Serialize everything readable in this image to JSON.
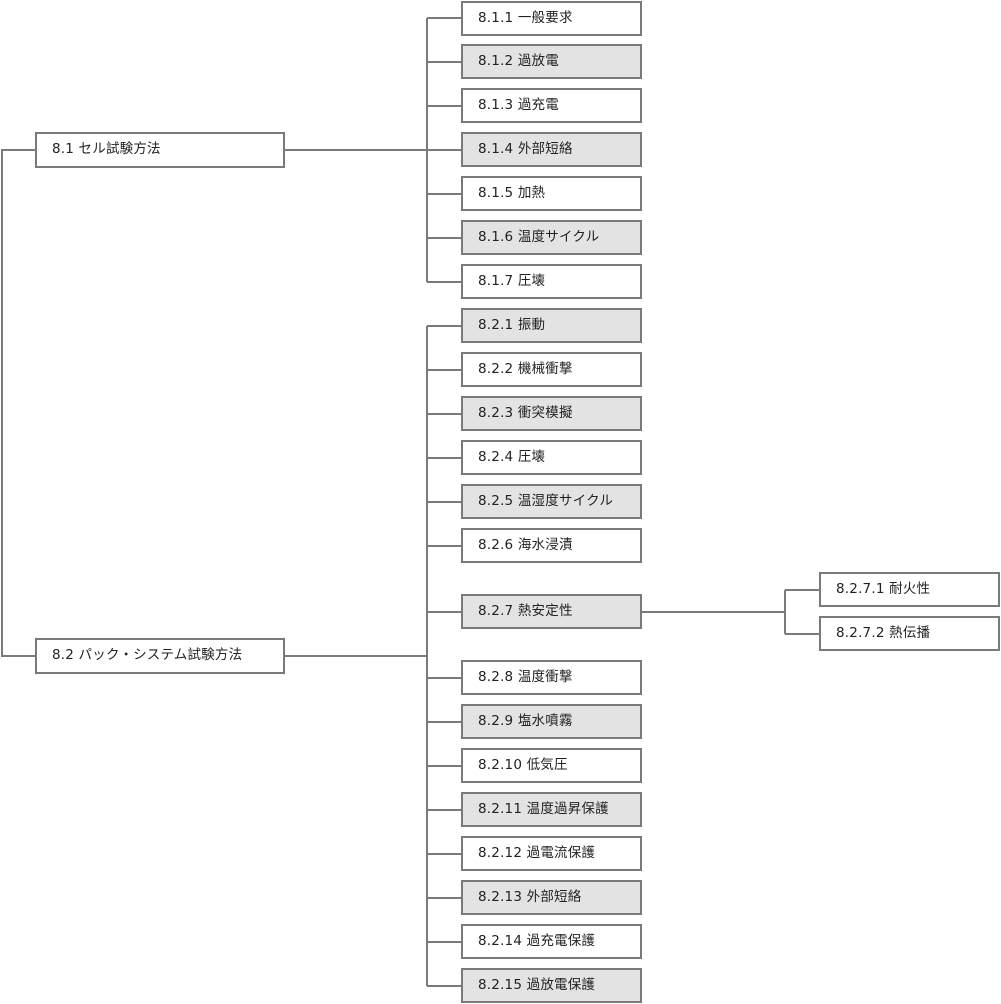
{
  "tree": {
    "sections": [
      {
        "label": "8.1 セル試験方法",
        "children": [
          {
            "label": "8.1.1 一般要求",
            "shaded": false
          },
          {
            "label": "8.1.2 過放電",
            "shaded": true
          },
          {
            "label": "8.1.3 過充電",
            "shaded": false
          },
          {
            "label": "8.1.4 外部短絡",
            "shaded": true
          },
          {
            "label": "8.1.5 加熱",
            "shaded": false
          },
          {
            "label": "8.1.6 温度サイクル",
            "shaded": true
          },
          {
            "label": "8.1.7 圧壊",
            "shaded": false
          }
        ]
      },
      {
        "label": "8.2 パック・システム試験方法",
        "children": [
          {
            "label": "8.2.1 振動",
            "shaded": true
          },
          {
            "label": "8.2.2 機械衝撃",
            "shaded": false
          },
          {
            "label": "8.2.3 衝突模擬",
            "shaded": true
          },
          {
            "label": "8.2.4 圧壊",
            "shaded": false
          },
          {
            "label": "8.2.5 温湿度サイクル",
            "shaded": true
          },
          {
            "label": "8.2.6 海水浸漬",
            "shaded": false
          },
          {
            "label": "8.2.7 熱安定性",
            "shaded": true,
            "children": [
              {
                "label": "8.2.7.1 耐火性",
                "shaded": false
              },
              {
                "label": "8.2.7.2 熱伝播",
                "shaded": false
              }
            ]
          },
          {
            "label": "8.2.8 温度衝撃",
            "shaded": false
          },
          {
            "label": "8.2.9 塩水噴霧",
            "shaded": true
          },
          {
            "label": "8.2.10 低気圧",
            "shaded": false
          },
          {
            "label": "8.2.11 温度過昇保護",
            "shaded": true
          },
          {
            "label": "8.2.12 過電流保護",
            "shaded": false
          },
          {
            "label": "8.2.13 外部短絡",
            "shaded": true
          },
          {
            "label": "8.2.14 過充電保護",
            "shaded": false
          },
          {
            "label": "8.2.15 過放電保護",
            "shaded": true
          }
        ]
      }
    ]
  },
  "colors": {
    "connector": "#7a7a7a",
    "box_border": "#7a7a7a",
    "box_fill": "#ffffff",
    "box_fill_shaded": "#e3e3e3",
    "text": "#222222"
  }
}
